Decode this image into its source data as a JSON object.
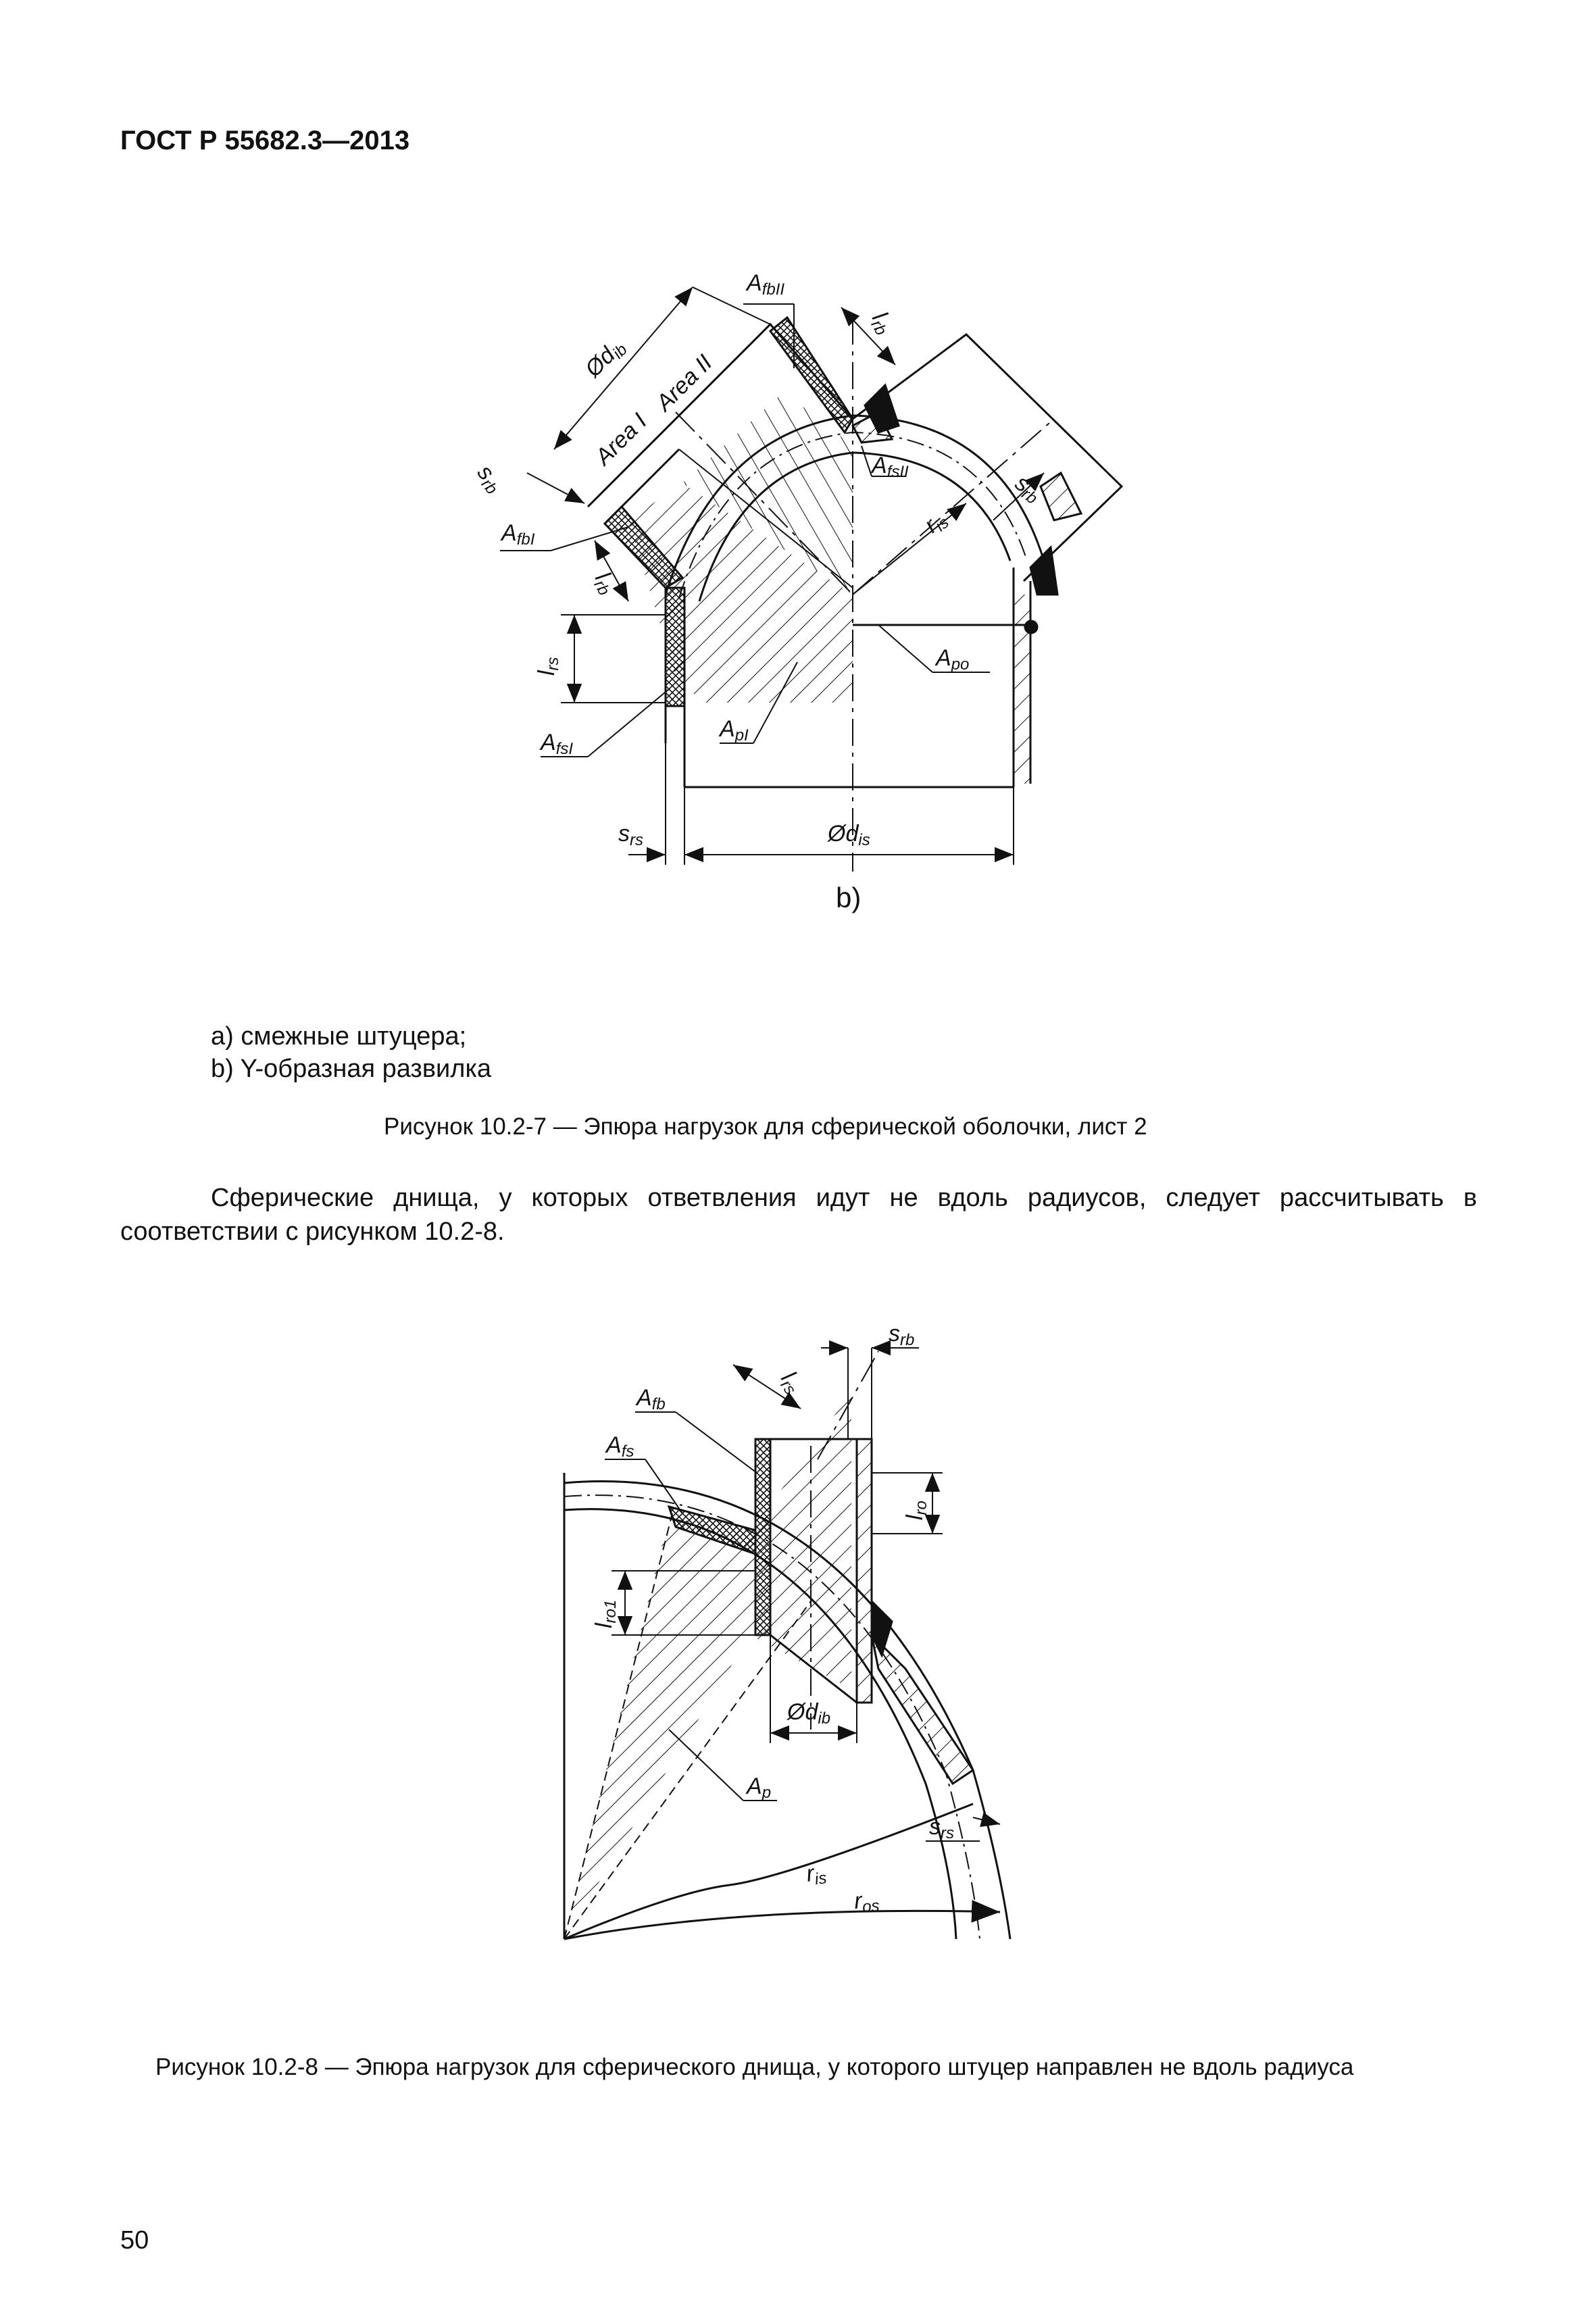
{
  "header": {
    "doc_id": "ГОСТ Р 55682.3—2013"
  },
  "figure_b": {
    "panel_label": "b)",
    "labels": {
      "afbII": "A",
      "afbII_sub": "fbII",
      "odib": "Ød",
      "odib_sub": "ib",
      "area1": "Area I",
      "area2": "Area II",
      "lrb_top": "l",
      "lrb_top_sub": "rb",
      "srb_left": "s",
      "srb_left_sub": "rb",
      "afsII": "A",
      "afsII_sub": "fsII",
      "srb_right": "s",
      "srb_right_sub": "rb",
      "ris": "r",
      "ris_sub": "is",
      "afbI": "A",
      "afbI_sub": "fbI",
      "lrb_left": "l",
      "lrb_left_sub": "rb",
      "lrs": "l",
      "lrs_sub": "rs",
      "apo": "A",
      "apo_sub": "po",
      "api": "A",
      "api_sub": "pI",
      "afsI": "A",
      "afsI_sub": "fsI",
      "srs": "s",
      "srs_sub": "rs",
      "odis": "Ød",
      "odis_sub": "is"
    }
  },
  "legend": {
    "item_a": "а) смежные штуцера;",
    "item_b": "b) Y-образная развилка"
  },
  "caption_1": "Рисунок 10.2-7 — Эпюра нагрузок для сферической оболочки, лист 2",
  "paragraph": "Сферические днища, у которых ответвления идут не вдоль радиусов, следует рассчитывать в соответствии с рисунком 10.2-8.",
  "figure_2": {
    "labels": {
      "srb": "s",
      "srb_sub": "rb",
      "lrs": "l",
      "lrs_sub": "rs",
      "afb": "A",
      "afb_sub": "fb",
      "afs": "A",
      "afs_sub": "fs",
      "lro": "l",
      "lro_sub": "ro",
      "lro1": "l",
      "lro1_sub": "ro1",
      "odib": "Ød",
      "odib_sub": "ib",
      "ap": "A",
      "ap_sub": "p",
      "srs": "s",
      "srs_sub": "rs",
      "ris": "r",
      "ris_sub": "is",
      "ros": "r",
      "ros_sub": "os"
    }
  },
  "caption_2": "Рисунок 10.2-8 — Эпюра нагрузок для сферического днища, у которого штуцер направлен не вдоль радиуса",
  "page_number": "50",
  "colors": {
    "ink": "#111111",
    "paper": "#ffffff"
  }
}
